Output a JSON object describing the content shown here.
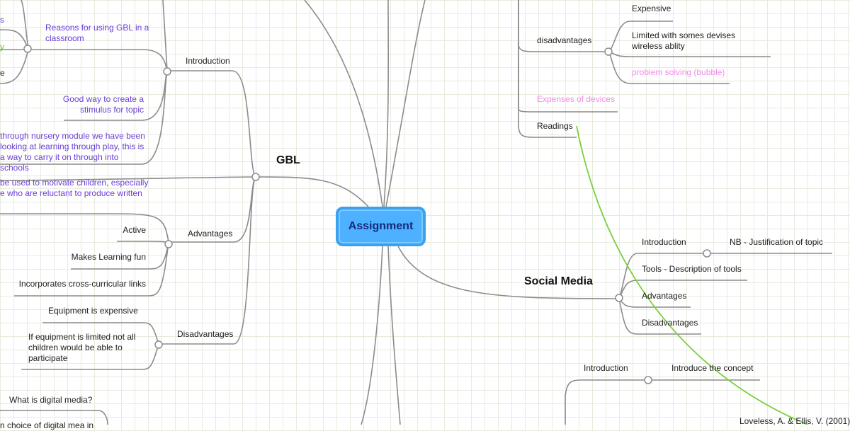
{
  "colors": {
    "link": "#8c8c8c",
    "purple": "#6b3fd8",
    "green": "#6cc92a",
    "pink": "#f08ce6",
    "reading_line": "#79cf3a",
    "central_fill": "#4db1ff"
  },
  "central": {
    "label": "Assignment"
  },
  "gbl": {
    "label": "GBL",
    "introduction": {
      "label": "Introduction",
      "reasons": "Reasons for using GBL in a classroom",
      "reason_items": [
        "s",
        "y",
        "e"
      ],
      "stimulus": "Good way to create a stimulus for topic",
      "nursery": "through nursery module we have been looking at learning through play, this is a way to carry it on through into schools",
      "motivate": "be used to motivate children, especially e who are reluctant to produce written"
    },
    "advantages": {
      "label": "Advantages",
      "items": [
        "Active",
        "Makes Learning fun",
        "Incorporates cross-curricular links"
      ]
    },
    "disadvantages": {
      "label": "Disadvantages",
      "items": [
        "Equipment is expensive",
        "If equipment is limited not all children would be able to participate"
      ]
    }
  },
  "digital_media": {
    "question": "What is digital media?",
    "partial": "n choice of digital mea in"
  },
  "top_right": {
    "disadvantages_label": "disadvantages",
    "disadvantages_items": [
      "Expensive",
      "Limited with somes devises wireless ablity",
      "problem solving (bubble)"
    ],
    "expenses": "Expenses of devices",
    "readings": "Readings"
  },
  "social_media": {
    "label": "Social Media",
    "items": [
      "Introduction",
      "Tools - Description of tools",
      "Advantages",
      "Disadvantages"
    ],
    "intro_child": "NB - Justification of topic"
  },
  "bottom_right": {
    "introduction": "Introduction",
    "concept": "Introduce the concept",
    "reference": "Loveless, A. & Ellis, V. (2001)."
  }
}
